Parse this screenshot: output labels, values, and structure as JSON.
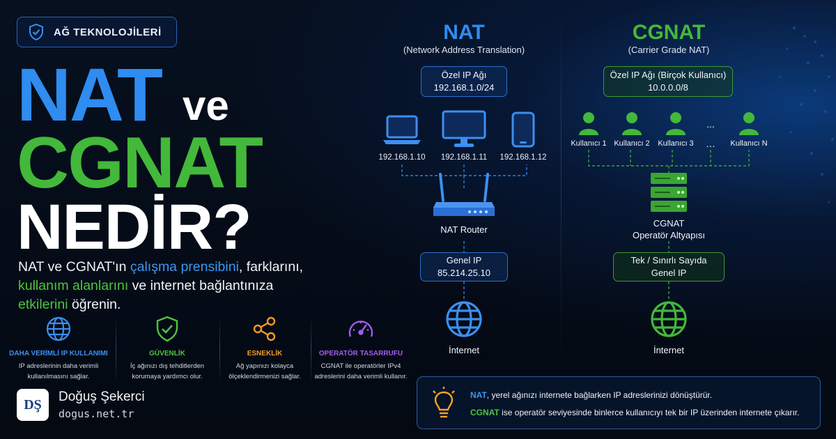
{
  "badge": {
    "label": "AĞ TEKNOLOJİLERİ"
  },
  "headline": {
    "line1": "NAT",
    "ve": "ve",
    "line2": "CGNAT",
    "line3": "NEDİR?"
  },
  "description": {
    "p1": "NAT ve CGNAT'ın ",
    "h1": "çalışma prensibini",
    "p2": ", farklarını,",
    "h2": "kullanım alanlarını",
    "p3": " ve internet bağlantınıza",
    "h3": "etkilerini",
    "p4": " öğrenin."
  },
  "features": [
    {
      "icon": "globe-icon",
      "title": "DAHA VERİMLİ IP KULLANIMI",
      "text1": "IP adreslerinin daha verimli",
      "text2": "kullanılmasını sağlar.",
      "color": "#3c8ff0"
    },
    {
      "icon": "shield-check-icon",
      "title": "GÜVENLİK",
      "text1": "İç ağınızı dış tehditlerden",
      "text2": "korumaya yardımcı olur.",
      "color": "#4fc43f"
    },
    {
      "icon": "share-icon",
      "title": "ESNEKLİK",
      "text1": "Ağ yapınızı kolayca",
      "text2": "ölçeklendirmenizi sağlar.",
      "color": "#f59a23"
    },
    {
      "icon": "gauge-icon",
      "title": "OPERATÖR TASARRUFU",
      "text1": "CGNAT ile operatörler IPv4",
      "text2": "adreslerini daha verimli kullanır.",
      "color": "#a45cf0"
    }
  ],
  "author": {
    "logo": "DŞ",
    "name": "Doğuş Şekerci",
    "site": "dogus.net.tr"
  },
  "nat": {
    "title": "NAT",
    "subtitle": "(Network Address Translation)",
    "private_label": "Özel IP Ağı",
    "private_range": "192.168.1.0/24",
    "devices": [
      {
        "icon": "laptop-icon",
        "ip": "192.168.1.10"
      },
      {
        "icon": "desktop-icon",
        "ip": "192.168.1.11"
      },
      {
        "icon": "phone-icon",
        "ip": "192.168.1.12"
      }
    ],
    "router_label": "NAT Router",
    "public_label": "Genel IP",
    "public_ip": "85.214.25.10",
    "internet_label": "İnternet",
    "color": "#2f8cf0"
  },
  "cgnat": {
    "title": "CGNAT",
    "subtitle": "(Carrier Grade NAT)",
    "private_label": "Özel IP Ağı (Birçok Kullanıcı)",
    "private_range": "10.0.0.0/8",
    "users": [
      "Kullanıcı 1",
      "Kullanıcı 2",
      "Kullanıcı 3",
      "...",
      "Kullanıcı N"
    ],
    "operator_line1": "CGNAT",
    "operator_line2": "Operatör Altyapısı",
    "public_line1": "Tek / Sınırlı Sayıda",
    "public_line2": "Genel IP",
    "internet_label": "İnternet",
    "color": "#43b83a"
  },
  "info": {
    "nat_word": "NAT",
    "nat_text": ", yerel ağınızı internete bağlarken IP adreslerinizi dönüştürür.",
    "cgnat_word": "CGNAT",
    "cgnat_text": " ise operatör seviyesinde binlerce kullanıcıyı tek bir IP üzerinden internete çıkarır."
  }
}
